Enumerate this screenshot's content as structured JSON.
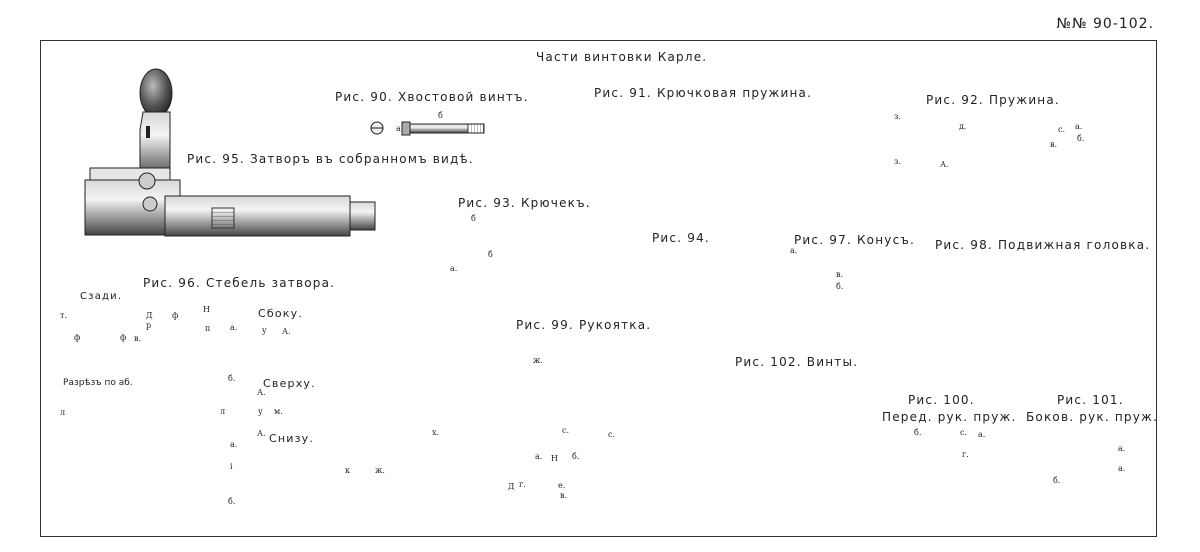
{
  "plate_number": "№№ 90-102.",
  "title": "Части винтовки Карле.",
  "captions": {
    "fig90": "Рис. 90. Хвостовой винтъ.",
    "fig91": "Рис. 91. Крючковая пружина.",
    "fig92": "Рис. 92. Пружина.",
    "fig93": "Рис. 93. Крючекъ.",
    "fig94": "Рис. 94.",
    "fig95": "Рис. 95. Затворъ въ собранномъ видѣ.",
    "fig96": "Рис. 96. Стебель затвора.",
    "fig97": "Рис. 97. Конусъ.",
    "fig98": "Рис. 98. Подвижная головка.",
    "fig99": "Рис. 99. Рукоятка.",
    "fig100_line1": "Рис. 100.",
    "fig100_line2": "Перед. рук. пруж.",
    "fig101_line1": "Рис. 101.",
    "fig101_line2": "Боков. рук. пруж.",
    "fig102": "Рис. 102. Винты."
  },
  "views": {
    "rear": "Сзади.",
    "section": "Разрѣзъ по аб.",
    "side": "Сбоку.",
    "top": "Сверху.",
    "bottom": "Снизу."
  },
  "letters": {
    "a": "а.",
    "b": "б.",
    "b2": "б",
    "v": "в.",
    "g": "г.",
    "d": "д.",
    "e": "е.",
    "zh": "ж.",
    "z": "з.",
    "i": "i",
    "k": "к",
    "l": "л",
    "m": "м.",
    "n": "н",
    "p": "п",
    "r": "р",
    "s": "с.",
    "t": "т.",
    "u": "у",
    "f": "ф",
    "kh": "х.",
    "A": "А.",
    "D": "Д",
    "H": "Н",
    "G": "Г"
  }
}
